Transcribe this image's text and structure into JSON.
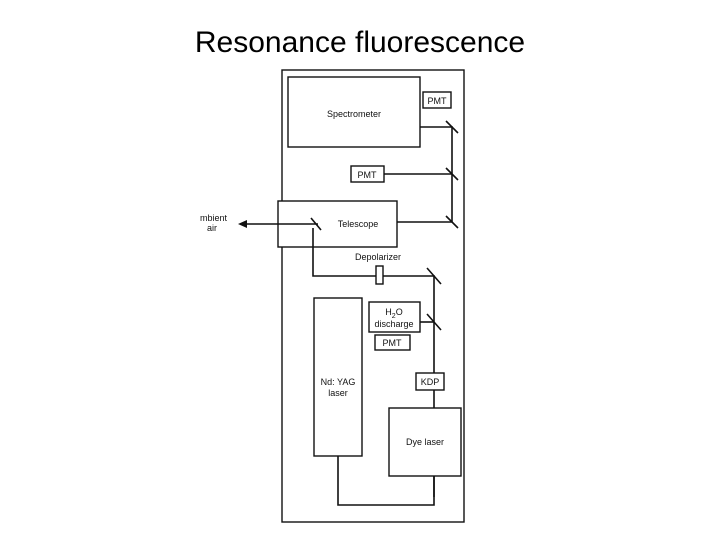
{
  "title": "Resonance fluorescence",
  "diagram": {
    "spectrometer": "Spectrometer",
    "pmt_top": "PMT",
    "pmt_middle": "PMT",
    "telescope": "Telescope",
    "ambient_air_line1": "mbient",
    "ambient_air_line2": "air",
    "depolarizer": "Depolarizer",
    "discharge_line1_h": "H",
    "discharge_line1_sub": "2",
    "discharge_line1_o": "O",
    "discharge_line2": "discharge",
    "pmt_lower": "PMT",
    "kdp": "KDP",
    "ndyag_line1": "Nd: YAG",
    "ndyag_line2": "laser",
    "dye_laser": "Dye laser"
  }
}
